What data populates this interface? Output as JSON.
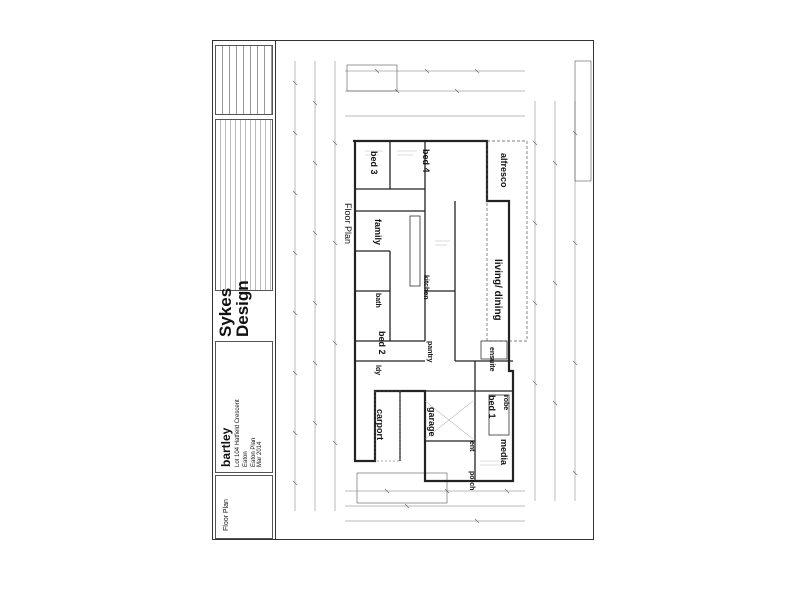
{
  "title_block": {
    "brand_line1": "Sykes",
    "brand_line2": "Design",
    "client": "bartley",
    "address_line1": "Lot 104 Hatfield Crescent",
    "address_line2": "Eaton",
    "sheet_title": "Floor Plan",
    "date": "Mar 2014",
    "note": "Eaton Plan"
  },
  "floor_plan": {
    "label": "Floor Plan",
    "rooms": {
      "bed3": "bed 3",
      "bed4": "bed 4",
      "alfresco": "alfresco",
      "family": "family",
      "living_dining": "living/ dining",
      "kitchen": "kitchen",
      "bath": "bath",
      "bed2": "bed 2",
      "pantry": "pantry",
      "ldy": "ldy",
      "ensuite": "ensuite",
      "robe": "robe",
      "bed1": "bed 1",
      "carport": "carport",
      "garage": "garage",
      "ent": "ent",
      "porch": "porch",
      "media": "media"
    }
  }
}
